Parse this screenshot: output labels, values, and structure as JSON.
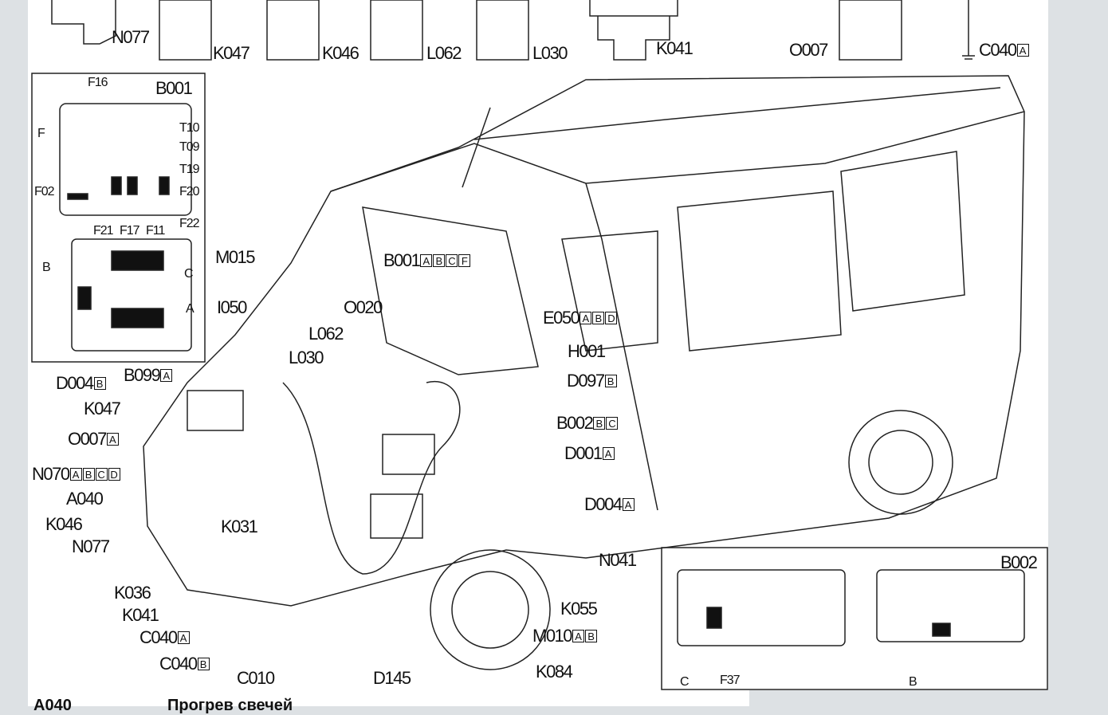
{
  "top_components": [
    {
      "code": "N077"
    },
    {
      "code": "K047"
    },
    {
      "code": "K046"
    },
    {
      "code": "L062"
    },
    {
      "code": "L030"
    },
    {
      "code": "K041"
    },
    {
      "code": "O007"
    },
    {
      "code": "C040",
      "boxes": [
        "A"
      ]
    }
  ],
  "inset_b001": {
    "title": "B001",
    "labels": [
      "F16",
      "F",
      "T10",
      "T09",
      "T19",
      "F02",
      "F20",
      "F21",
      "F17",
      "F11",
      "F22",
      "B",
      "C",
      "A"
    ]
  },
  "inset_b002": {
    "title": "B002",
    "labels": [
      "C",
      "F37",
      "B"
    ]
  },
  "callouts": [
    {
      "code": "M015"
    },
    {
      "code": "I050"
    },
    {
      "code": "L062"
    },
    {
      "code": "L030"
    },
    {
      "code": "O020"
    },
    {
      "code": "B001",
      "boxes": [
        "A",
        "B",
        "C",
        "F"
      ]
    },
    {
      "code": "E050",
      "boxes": [
        "A",
        "B",
        "D"
      ]
    },
    {
      "code": "H001"
    },
    {
      "code": "D097",
      "boxes": [
        "B"
      ]
    },
    {
      "code": "B002",
      "boxes": [
        "B",
        "C"
      ]
    },
    {
      "code": "D001",
      "boxes": [
        "A"
      ]
    },
    {
      "code": "D004",
      "boxes": [
        "B"
      ]
    },
    {
      "code": "B099",
      "boxes": [
        "A"
      ]
    },
    {
      "code": "K047"
    },
    {
      "code": "O007",
      "boxes": [
        "A"
      ]
    },
    {
      "code": "N070",
      "boxes": [
        "A",
        "B",
        "C",
        "D"
      ]
    },
    {
      "code": "A040"
    },
    {
      "code": "K046"
    },
    {
      "code": "N077"
    },
    {
      "code": "K031"
    },
    {
      "code": "D004",
      "boxes": [
        "A"
      ]
    },
    {
      "code": "N041"
    },
    {
      "code": "K036"
    },
    {
      "code": "K041"
    },
    {
      "code": "C040",
      "boxes": [
        "A"
      ]
    },
    {
      "code": "C040",
      "boxes": [
        "B"
      ]
    },
    {
      "code": "C010"
    },
    {
      "code": "D145"
    },
    {
      "code": "K084"
    },
    {
      "code": "M010",
      "boxes": [
        "A",
        "B"
      ]
    },
    {
      "code": "K055"
    }
  ],
  "caption": {
    "code": "A040",
    "text": "Прогрев свечей"
  }
}
